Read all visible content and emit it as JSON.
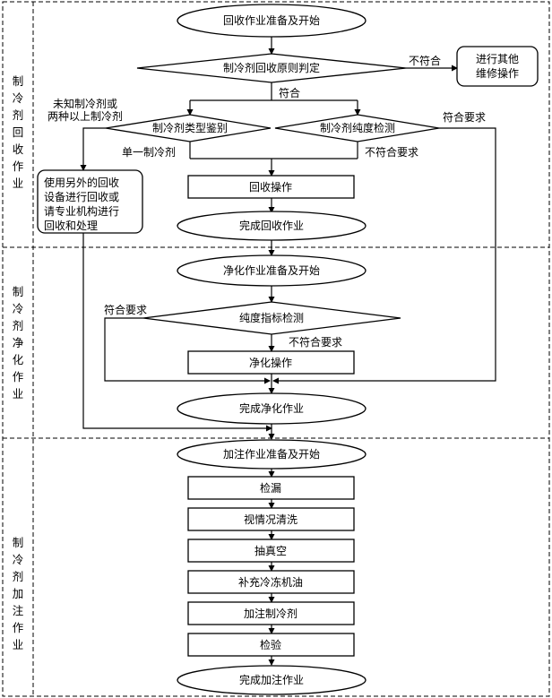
{
  "sections": {
    "recovery": "制冷剂回收作业",
    "purification": "制冷剂净化作业",
    "charging": "制冷剂加注作业"
  },
  "recovery": {
    "start": "回收作业准备及开始",
    "principle_check": "制冷剂回收原则判定",
    "not_conform": "不符合",
    "other_repair": [
      "进行其他",
      "维修操作"
    ],
    "conform": "符合",
    "unknown_label": [
      "未知制冷剂或",
      "两种以上制冷剂"
    ],
    "type_identify": "制冷剂类型鉴别",
    "purity_test": "制冷剂纯度检测",
    "meets_req": "符合要求",
    "single_refrigerant": "单一制冷剂",
    "not_meets_req": "不符合要求",
    "other_equipment": [
      "使用另外的回收",
      "设备进行回收或",
      "请专业机构进行",
      "回收和处理"
    ],
    "recover_op": "回收操作",
    "complete": "完成回收作业"
  },
  "purification": {
    "start": "净化作业准备及开始",
    "meets_req": "符合要求",
    "purity_index_test": "纯度指标检测",
    "not_meets_req": "不符合要求",
    "purify_op": "净化操作",
    "complete": "完成净化作业"
  },
  "charging": {
    "start": "加注作业准备及开始",
    "steps": [
      "检漏",
      "视情况清洗",
      "抽真空",
      "补充冷冻机油",
      "加注制冷剂",
      "检验"
    ],
    "complete": "完成加注作业"
  }
}
